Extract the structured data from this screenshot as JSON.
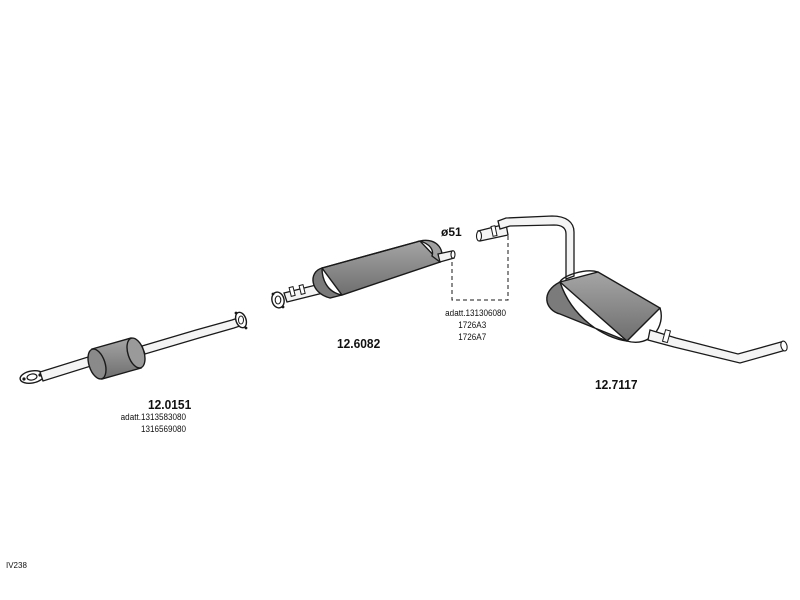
{
  "parts": [
    {
      "id": "front",
      "part_number": "12.0151",
      "fitment_lines": [
        "adatt.1313583080",
        "1316569080"
      ]
    },
    {
      "id": "middle",
      "part_number": "12.6082",
      "fitment_lines": []
    },
    {
      "id": "rear",
      "part_number": "12.7117",
      "fitment_lines": []
    }
  ],
  "connector": {
    "diameter_label": "ø51",
    "fitment_lines": [
      "adatt.131306080",
      "1726A3",
      "1726A7"
    ]
  },
  "diagram_code": "IV238",
  "colors": {
    "muffler_fill": "#8c8c8c",
    "pipe_fill": "#f4f4f4",
    "outline": "#1a1a1a"
  }
}
